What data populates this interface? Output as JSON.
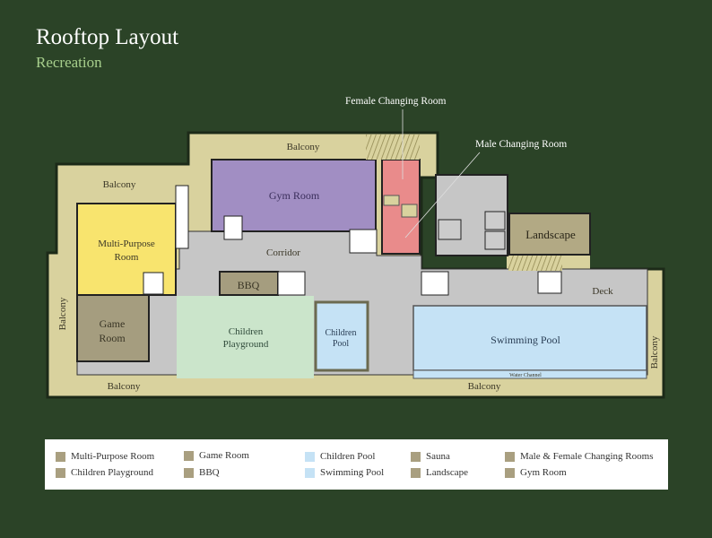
{
  "header": {
    "title": "Rooftop Layout",
    "subtitle": "Recreation"
  },
  "callouts": {
    "female": "Female Changing Room",
    "male": "Male Changing Room"
  },
  "rooms": {
    "balcony_top": "Balcony",
    "balcony_left_top": "Balcony",
    "balcony_left": "Balcony",
    "balcony_bottom_left": "Balcony",
    "balcony_bottom_right": "Balcony",
    "balcony_right": "Balcony",
    "gym": "Gym Room",
    "multipurpose_1": "Multi-Purpose",
    "multipurpose_2": "Room",
    "corridor": "Corridor",
    "bbq": "BBQ",
    "game_1": "Game",
    "game_2": "Room",
    "playground_1": "Children",
    "playground_2": "Playground",
    "children_pool_1": "Children",
    "children_pool_2": "Pool",
    "swimming_pool": "Swimming Pool",
    "water_channel": "Water Channel",
    "deck": "Deck",
    "landscape": "Landscape"
  },
  "colors": {
    "background": "#2b4327",
    "balcony": "#d9d29e",
    "corridor": "#c6c6c6",
    "gym": "#a18ec3",
    "multipurpose": "#f8e46e",
    "game": "#a59d7f",
    "playground": "#cbe5cb",
    "pool": "#c5e2f5",
    "changing": "#e98b8b",
    "landscape": "#b2a984",
    "legend_tan": "#a99f80",
    "legend_blue": "#c5e2f5"
  },
  "legend": [
    {
      "label": "Multi-Purpose Room",
      "color": "#a99f80"
    },
    {
      "label": "Children Playground",
      "color": "#a99f80"
    },
    {
      "label": "Game Room",
      "color": "#a99f80"
    },
    {
      "label": "BBQ",
      "color": "#a99f80"
    },
    {
      "label": "Children Pool",
      "color": "#c5e2f5"
    },
    {
      "label": "Swimming Pool",
      "color": "#c5e2f5"
    },
    {
      "label": "Sauna",
      "color": "#a99f80"
    },
    {
      "label": "Landscape",
      "color": "#a99f80"
    },
    {
      "label": "Male & Female Changing Rooms",
      "color": "#a99f80"
    },
    {
      "label": "Gym Room",
      "color": "#a99f80"
    }
  ]
}
